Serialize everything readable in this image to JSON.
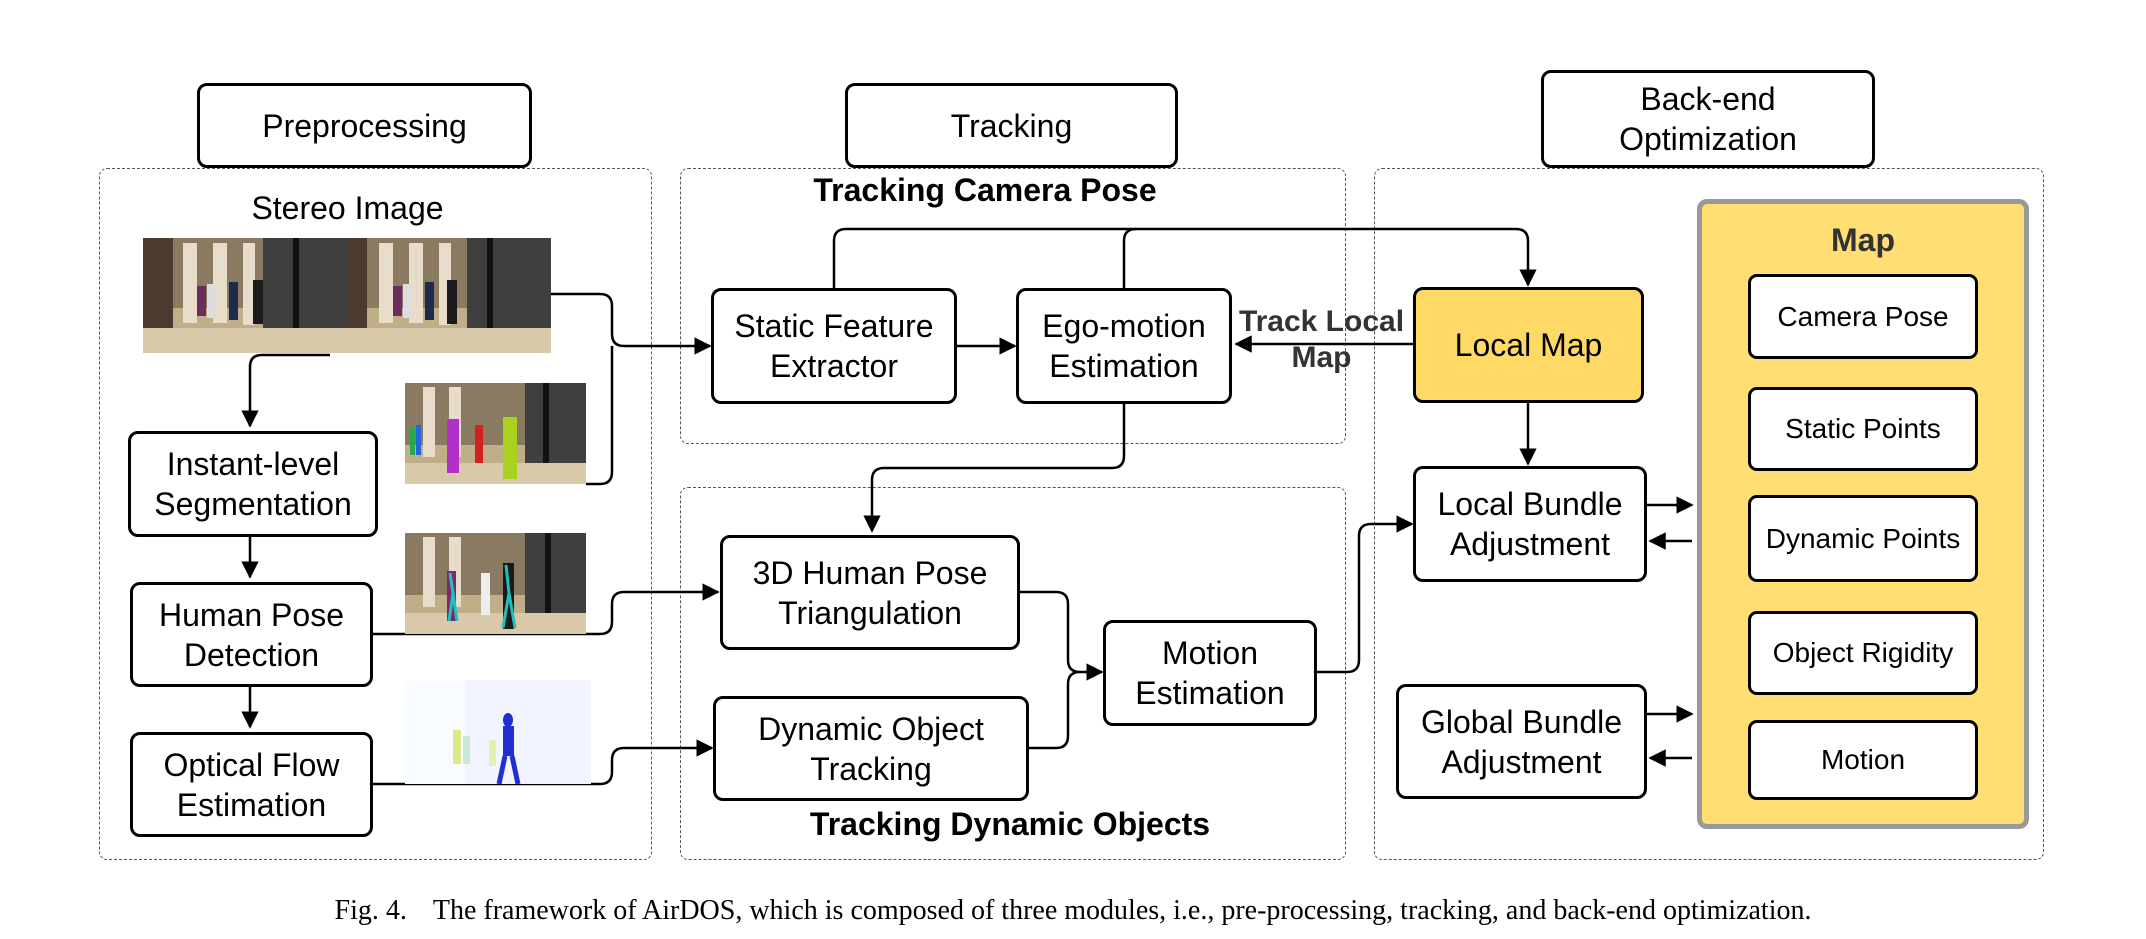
{
  "headers": {
    "preprocessing": "Preprocessing",
    "tracking": "Tracking",
    "backend": "Back-end\nOptimization"
  },
  "preprocessing": {
    "stereo_title": "Stereo Image",
    "instance_seg": "Instant-level\nSegmentation",
    "human_pose": "Human Pose\nDetection",
    "optical_flow": "Optical Flow\nEstimation"
  },
  "tracking": {
    "camera_pose_title": "Tracking Camera Pose",
    "static_feature": "Static Feature\nExtractor",
    "ego_motion": "Ego-motion\nEstimation",
    "track_local_map": "Track Local\nMap",
    "triangulation": "3D Human Pose\nTriangulation",
    "dynamic_tracking": "Dynamic Object\nTracking",
    "motion_estimation": "Motion\nEstimation",
    "dynamic_objects_title": "Tracking Dynamic Objects"
  },
  "backend": {
    "local_map": "Local Map",
    "local_ba": "Local Bundle\nAdjustment",
    "global_ba": "Global Bundle\nAdjustment",
    "map_title": "Map",
    "map_items": [
      "Camera Pose",
      "Static Points",
      "Dynamic Points",
      "Object Rigidity",
      "Motion"
    ]
  },
  "caption": {
    "label": "Fig. 4.",
    "text": "The framework of AirDOS, which is composed of three modules, i.e., pre-processing, tracking, and back-end optimization."
  },
  "colors": {
    "map_fill": "#FFDE73",
    "map_border": "#999999",
    "local_map_fill": "#FFD966"
  }
}
